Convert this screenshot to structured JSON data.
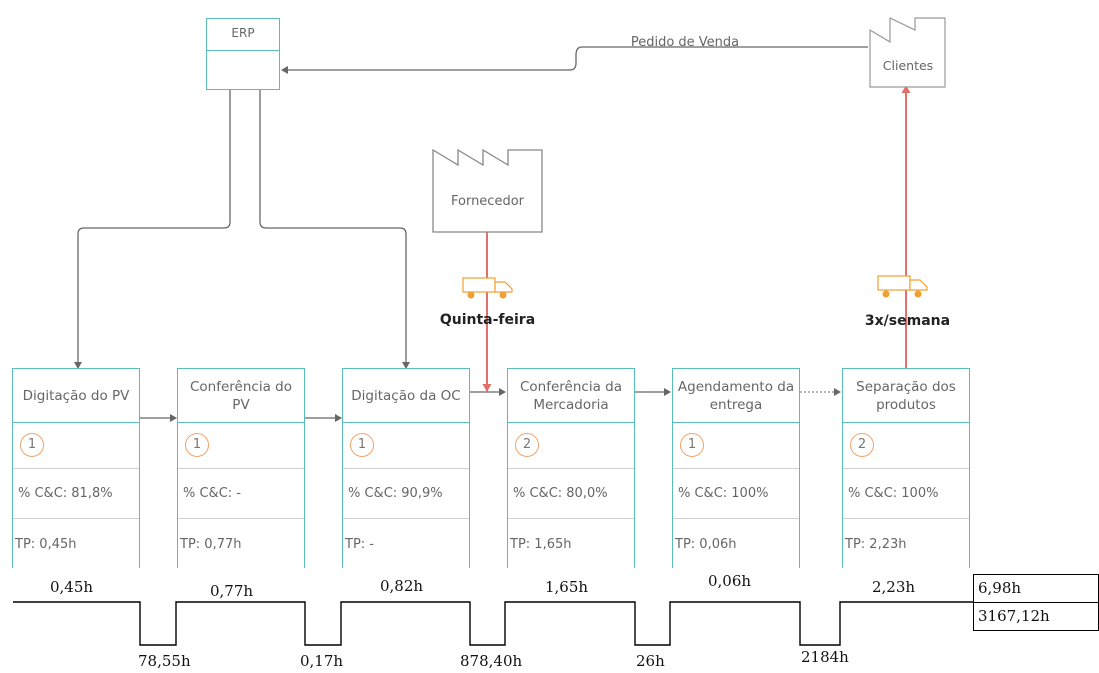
{
  "erp": {
    "label": "ERP"
  },
  "customer": {
    "label": "Clientes"
  },
  "supplier": {
    "label": "Fornecedor"
  },
  "order_flow_label": "Pedido de Venda",
  "shipments": {
    "inbound": "Quinta-feira",
    "outbound": "3x/semana"
  },
  "processes": [
    {
      "title": "Digitação do PV",
      "operators": "1",
      "cc": "% C&C: 81,8%",
      "tp": "TP: 0,45h"
    },
    {
      "title": "Conferência do PV",
      "operators": "1",
      "cc": "% C&C: -",
      "tp": "TP: 0,77h"
    },
    {
      "title": "Digitação da OC",
      "operators": "1",
      "cc": "% C&C: 90,9%",
      "tp": "TP: -"
    },
    {
      "title": "Conferência da Mercadoria",
      "operators": "2",
      "cc": "% C&C: 80,0%",
      "tp": "TP: 1,65h"
    },
    {
      "title": "Agendamento da entrega",
      "operators": "1",
      "cc": "% C&C: 100%",
      "tp": "TP: 0,06h"
    },
    {
      "title": "Separação dos produtos",
      "operators": "2",
      "cc": "% C&C: 100%",
      "tp": "TP: 2,23h"
    }
  ],
  "timeline": {
    "process_times": [
      "0,45h",
      "0,77h",
      "0,82h",
      "1,65h",
      "0,06h",
      "2,23h"
    ],
    "wait_times": [
      "78,55h",
      "0,17h",
      "878,40h",
      "26h",
      "2184h"
    ],
    "total_process": "6,98h",
    "total_lead": "3167,12h"
  },
  "colors": {
    "box_border": "#5bbcbb",
    "arrow": "#666666",
    "material_flow": "#e2706a",
    "truck": "#f0a030"
  }
}
